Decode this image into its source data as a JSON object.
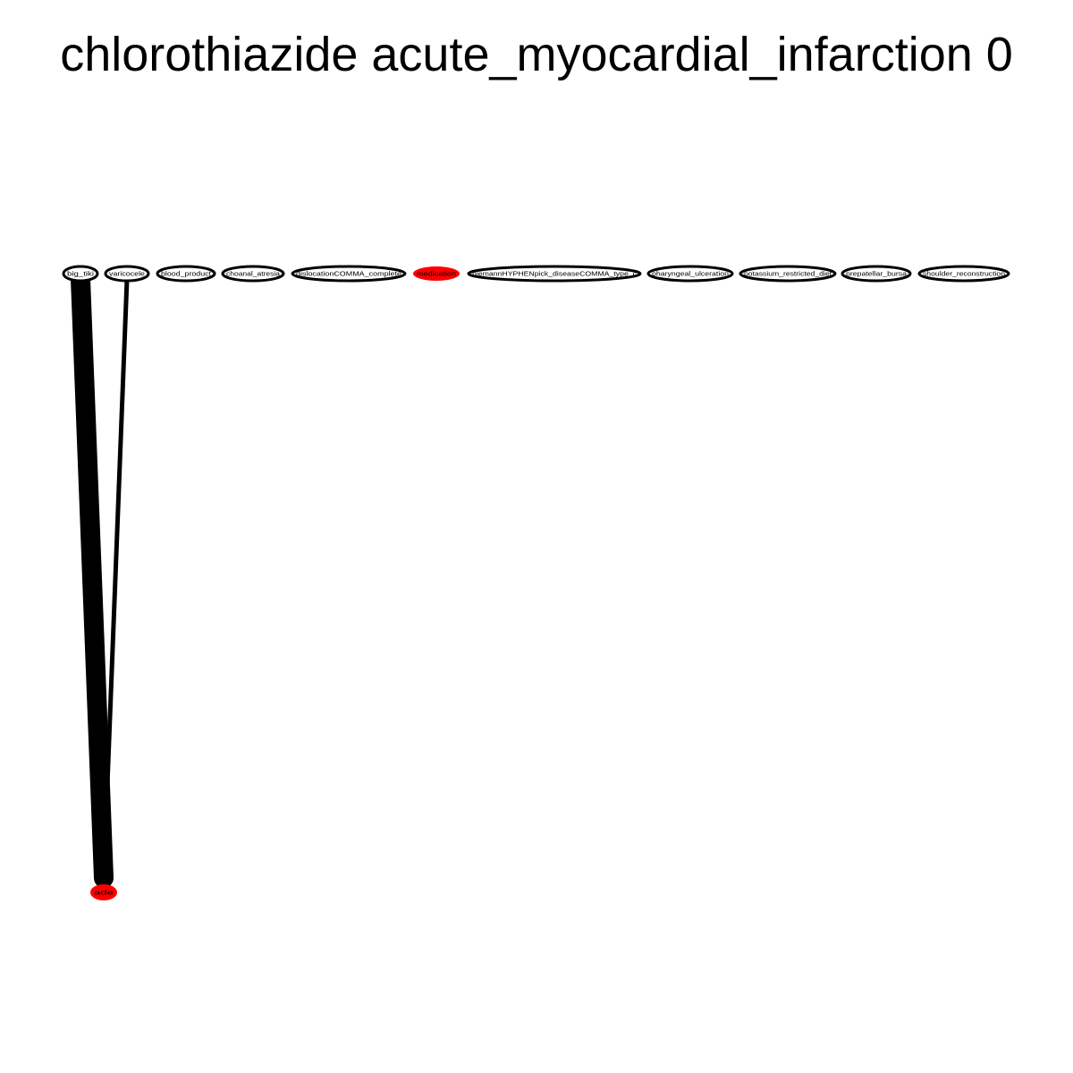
{
  "title": "chlorothiazide acute_myocardial_infarction 0",
  "colors": {
    "highlight_node": "#ff0000",
    "edge": "#000000",
    "node_outline": "#000000",
    "background": "#ffffff"
  },
  "nodes": [
    {
      "id": "n1",
      "label": "big_tiki",
      "highlight": false
    },
    {
      "id": "n2",
      "label": "varicocele",
      "highlight": false
    },
    {
      "id": "n3",
      "label": "blood_product",
      "highlight": false
    },
    {
      "id": "n4",
      "label": "choanal_atresia",
      "highlight": false
    },
    {
      "id": "n5",
      "label": "dislocationCOMMA_complete",
      "highlight": false
    },
    {
      "id": "n6",
      "label": "medication",
      "highlight": true
    },
    {
      "id": "n7",
      "label": "niemannHYPHENpick_diseaseCOMMA_type_c",
      "highlight": false
    },
    {
      "id": "n8",
      "label": "pharyngeal_ulceration",
      "highlight": false
    },
    {
      "id": "n9",
      "label": "potassium_restricted_diet",
      "highlight": false
    },
    {
      "id": "n10",
      "label": "prepatellar_bursa",
      "highlight": false
    },
    {
      "id": "n11",
      "label": "shoulder_reconstruction",
      "highlight": false
    },
    {
      "id": "n12",
      "label": "ade",
      "highlight": true
    }
  ],
  "edges": [
    {
      "source": "n1",
      "target": "n12",
      "weight": "heavy"
    },
    {
      "source": "n2",
      "target": "n12",
      "weight": "light"
    }
  ]
}
